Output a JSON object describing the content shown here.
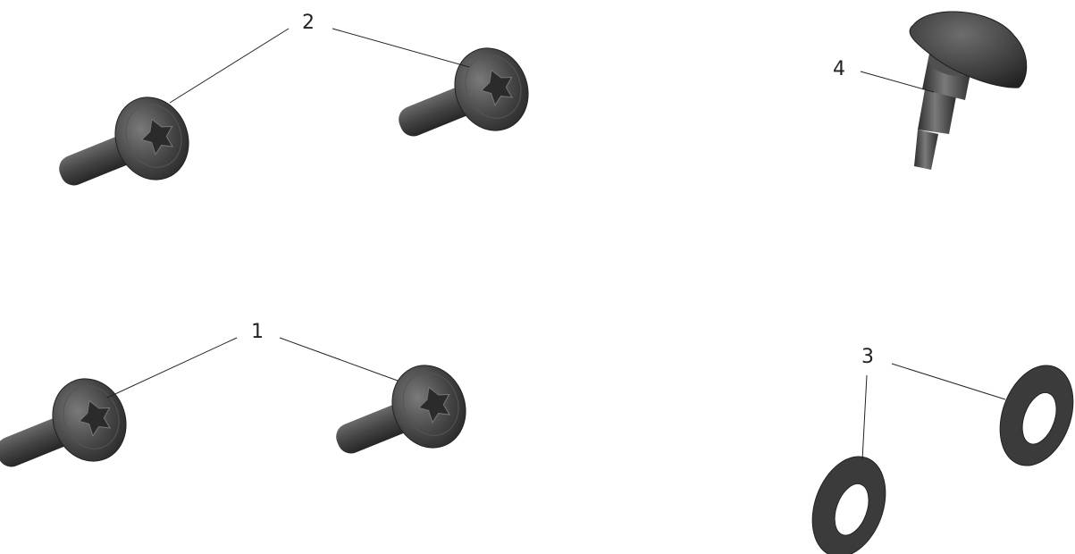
{
  "callouts": {
    "c1": "1",
    "c2": "2",
    "c3": "3",
    "c4": "4"
  },
  "colors": {
    "part_dark": "#3a3a3a",
    "part_mid": "#5a5a5a",
    "part_light": "#8a8a8a",
    "leader": "#222222",
    "background": "#ffffff"
  }
}
